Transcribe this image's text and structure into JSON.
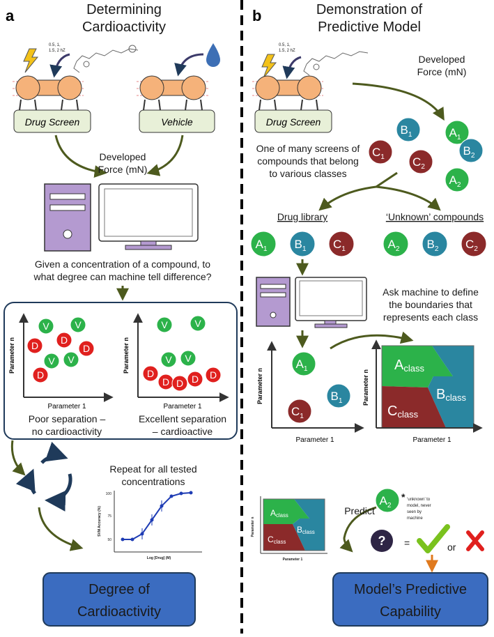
{
  "left": {
    "panel_letter": "a",
    "title_line1": "Determining",
    "title_line2": "Cardioactivity",
    "freq_text": [
      "0.5, 1,",
      "1.5, 2 hZ"
    ],
    "drug_screen": "Drug Screen",
    "vehicle": "Vehicle",
    "developed_force": [
      "Developed",
      "Force (mN)"
    ],
    "question": [
      "Given a concentration of a compound, to",
      "what degree can machine tell difference?"
    ],
    "v_letter": "V",
    "d_letter": "D",
    "param_1": "Parameter 1",
    "param_n": "Parameter n",
    "poor_sep": [
      "Poor separation –",
      "no cardioactivity"
    ],
    "excellent_sep": [
      "Excellent separation",
      "– cardioactive"
    ],
    "repeat": [
      "Repeat for all tested",
      "concentrations"
    ],
    "curve_ylabel": "SVM Accuracy (%)",
    "curve_xlabel": "Log [Drug] (M)",
    "curve_ticks": [
      "100",
      "75",
      "50"
    ],
    "result": [
      "Degree of",
      "Cardioactivity"
    ]
  },
  "right": {
    "panel_letter": "b",
    "title_line1": "Demonstration of",
    "title_line2": "Predictive Model",
    "freq_text": [
      "0.5, 1,",
      "1.5, 2 hZ"
    ],
    "drug_screen": "Drug Screen",
    "developed_force": [
      "Developed",
      "Force (mN)"
    ],
    "screens_text": [
      "One of many screens of",
      "compounds that belong",
      "to various classes"
    ],
    "drug_library": "Drug library",
    "unknown_compounds": "‘Unknown’ compounds",
    "letters": {
      "a": "A",
      "b": "B",
      "c": "C",
      "s1": "1",
      "s2": "2",
      "cls": "class"
    },
    "ask_machine": [
      "Ask machine to define",
      "the boundaries that",
      "represents each class"
    ],
    "param_1": "Parameter 1",
    "param_n": "Parameter n",
    "star": "*",
    "unknown_note": [
      "‘unknown’ to",
      "model, never",
      "seen by",
      "machine"
    ],
    "predict": "Predict",
    "question_mark": "?",
    "equals": "=",
    "or": "or",
    "result": [
      "Model’s Predictive",
      "Capability"
    ]
  },
  "colors": {
    "green": "#2cb24a",
    "red_d": "#e0201e",
    "dark_red": "#8b2a2a",
    "teal": "#2a86a0",
    "purple": "#b49ad0",
    "blue_box": "#3b6cc0",
    "olive_arrow": "#4d5a1e",
    "navy": "#1f3a5a"
  }
}
